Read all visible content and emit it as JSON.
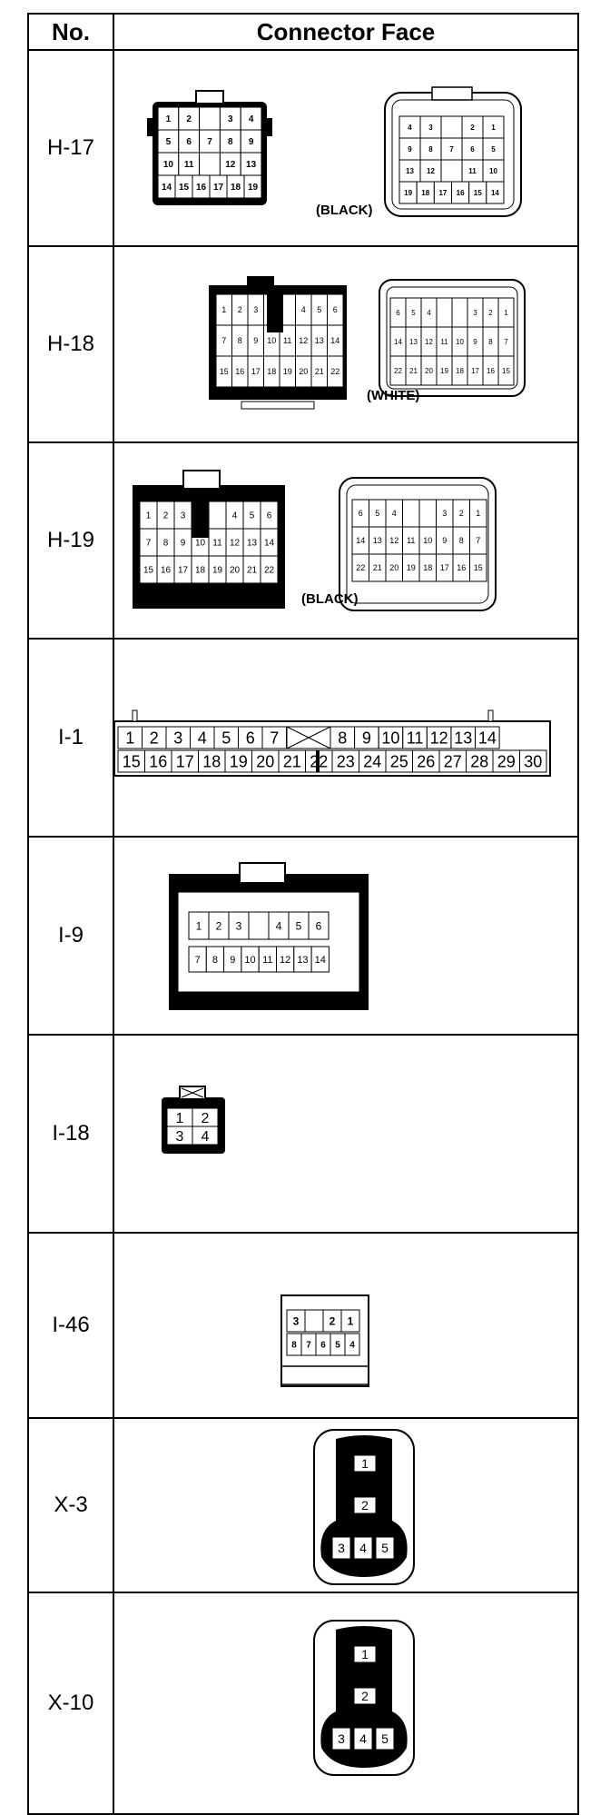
{
  "headers": {
    "no": "No.",
    "face": "Connector Face"
  },
  "rows": [
    {
      "no": "H-17",
      "color_label": "(BLACK)",
      "left_pins": [
        [
          "1",
          "2",
          "",
          "3",
          "4"
        ],
        [
          "5",
          "6",
          "7",
          "8",
          "9"
        ],
        [
          "10",
          "11",
          "",
          "12",
          "13"
        ],
        [
          "14",
          "15",
          "16",
          "17",
          "18",
          "19"
        ]
      ],
      "right_pins": [
        [
          "4",
          "3",
          "",
          "2",
          "1"
        ],
        [
          "9",
          "8",
          "7",
          "6",
          "5"
        ],
        [
          "13",
          "12",
          "",
          "11",
          "10"
        ],
        [
          "19",
          "18",
          "17",
          "16",
          "15",
          "14"
        ]
      ]
    },
    {
      "no": "H-18",
      "color_label": "(WHITE)",
      "left_pins": [
        [
          "1",
          "2",
          "3",
          "",
          "",
          "4",
          "5",
          "6"
        ],
        [
          "7",
          "8",
          "9",
          "10",
          "11",
          "12",
          "13",
          "14"
        ],
        [
          "15",
          "16",
          "17",
          "18",
          "19",
          "20",
          "21",
          "22"
        ]
      ],
      "right_pins": [
        [
          "6",
          "5",
          "4",
          "",
          "",
          "3",
          "2",
          "1"
        ],
        [
          "14",
          "13",
          "12",
          "11",
          "10",
          "9",
          "8",
          "7"
        ],
        [
          "22",
          "21",
          "20",
          "19",
          "18",
          "17",
          "16",
          "15"
        ]
      ]
    },
    {
      "no": "H-19",
      "color_label": "(BLACK)",
      "left_pins": [
        [
          "1",
          "2",
          "3",
          "",
          "",
          "4",
          "5",
          "6"
        ],
        [
          "7",
          "8",
          "9",
          "10",
          "11",
          "12",
          "13",
          "14"
        ],
        [
          "15",
          "16",
          "17",
          "18",
          "19",
          "20",
          "21",
          "22"
        ]
      ],
      "right_pins": [
        [
          "6",
          "5",
          "4",
          "",
          "",
          "3",
          "2",
          "1"
        ],
        [
          "14",
          "13",
          "12",
          "11",
          "10",
          "9",
          "8",
          "7"
        ],
        [
          "22",
          "21",
          "20",
          "19",
          "18",
          "17",
          "16",
          "15"
        ]
      ]
    },
    {
      "no": "I-1",
      "color_label": "",
      "top_pins": [
        "1",
        "2",
        "3",
        "4",
        "5",
        "6",
        "7",
        "",
        "8",
        "9",
        "10",
        "11",
        "12",
        "13",
        "14"
      ],
      "bottom_pins": [
        "15",
        "16",
        "17",
        "18",
        "19",
        "20",
        "21",
        "22",
        "23",
        "24",
        "25",
        "26",
        "27",
        "28",
        "29",
        "30"
      ]
    },
    {
      "no": "I-9",
      "color_label": "",
      "top_pins": [
        "1",
        "2",
        "3",
        "",
        "4",
        "5",
        "6"
      ],
      "bottom_pins": [
        "7",
        "8",
        "9",
        "10",
        "11",
        "12",
        "13",
        "14"
      ]
    },
    {
      "no": "I-18",
      "color_label": "",
      "pins": [
        [
          "1",
          "2"
        ],
        [
          "3",
          "4"
        ]
      ]
    },
    {
      "no": "I-46",
      "color_label": "",
      "top_pins": [
        "3",
        "",
        "2",
        "1"
      ],
      "bottom_pins": [
        "8",
        "7",
        "6",
        "5",
        "4"
      ]
    },
    {
      "no": "X-3",
      "color_label": "",
      "pins": [
        "1",
        "2",
        "3",
        "4",
        "5"
      ]
    },
    {
      "no": "X-10",
      "color_label": "",
      "pins": [
        "1",
        "2",
        "3",
        "4",
        "5"
      ]
    }
  ]
}
